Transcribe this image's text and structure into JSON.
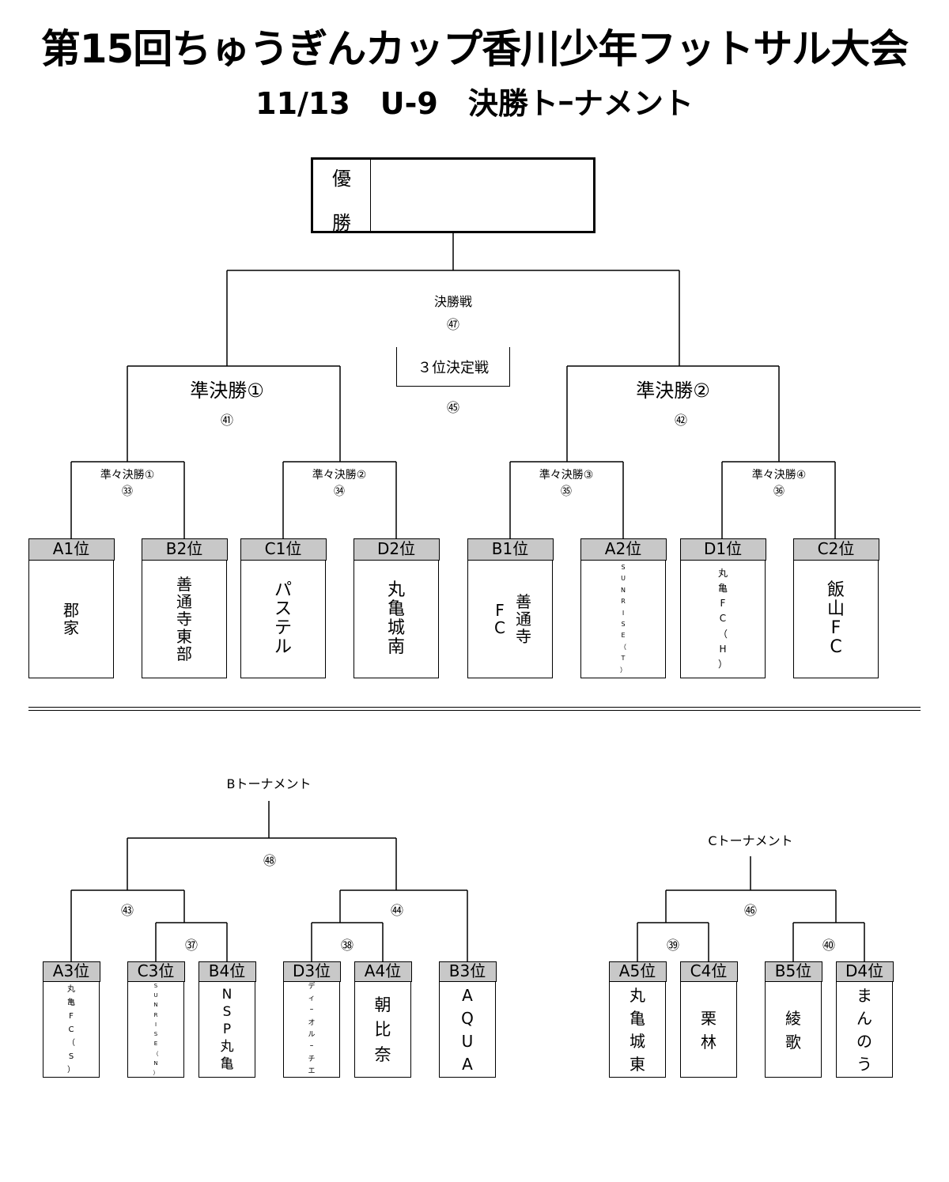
{
  "title": "第15回ちゅうぎんカップ香川少年フットサル大会",
  "subtitle": "11/13　U-9　決勝トｰナメント",
  "winner": {
    "label_1": "優",
    "label_2": "勝"
  },
  "final": {
    "label": "決勝戦",
    "num": "㊼"
  },
  "third_place": {
    "label": "３位決定戦",
    "num": "㊺"
  },
  "semis": [
    {
      "label": "準決勝①",
      "num": "㊶"
    },
    {
      "label": "準決勝②",
      "num": "㊷"
    }
  ],
  "quarters": [
    {
      "label": "準々決勝①",
      "num": "㉝"
    },
    {
      "label": "準々決勝②",
      "num": "㉞"
    },
    {
      "label": "準々決勝③",
      "num": "㉟"
    },
    {
      "label": "準々決勝④",
      "num": "㊱"
    }
  ],
  "main_teams": [
    {
      "seed": "A1位",
      "name": [
        "郡",
        "家"
      ]
    },
    {
      "seed": "B2位",
      "name": [
        "善",
        "通",
        "寺",
        "東",
        "部"
      ]
    },
    {
      "seed": "C1位",
      "name": [
        "パ",
        "ス",
        "テ",
        "ル"
      ]
    },
    {
      "seed": "D2位",
      "name": [
        "丸",
        "亀",
        "城",
        "南"
      ]
    },
    {
      "seed": "B1位",
      "name_col1": [
        "F",
        "C"
      ],
      "name_col2": [
        "善",
        "通",
        "寺"
      ]
    },
    {
      "seed": "A2位",
      "name": [
        "S",
        "U",
        "N",
        "R",
        "I",
        "S",
        "E",
        "（",
        "T",
        "）"
      ]
    },
    {
      "seed": "D1位",
      "name": [
        "丸",
        "亀",
        "F",
        "C",
        "（",
        "H",
        "）"
      ]
    },
    {
      "seed": "C2位",
      "name": [
        "飯",
        "山",
        "F",
        "C"
      ]
    }
  ],
  "b_tournament": {
    "label": "Bトーナメント",
    "nums": {
      "final": "㊽",
      "left": "㊸",
      "right": "㊹",
      "left_sub": "㊲",
      "right_sub": "㊳"
    },
    "teams": [
      {
        "seed": "A3位",
        "name": [
          "丸",
          "亀",
          "F",
          "C",
          "（",
          "S",
          "）"
        ]
      },
      {
        "seed": "C3位",
        "name": [
          "S",
          "U",
          "N",
          "R",
          "I",
          "S",
          "E",
          "（",
          "N",
          "）"
        ]
      },
      {
        "seed": "B4位",
        "name": [
          "N",
          "S",
          "P",
          "丸",
          "亀"
        ]
      },
      {
        "seed": "D3位",
        "name": [
          "デ",
          "ィ",
          "ｰ",
          "オ",
          "ル",
          "ｰ",
          "チ",
          "エ"
        ]
      },
      {
        "seed": "A4位",
        "name": [
          "朝",
          "比",
          "奈"
        ]
      },
      {
        "seed": "B3位",
        "name": [
          "A",
          "Q",
          "U",
          "A"
        ]
      }
    ]
  },
  "c_tournament": {
    "label": "Cトーナメント",
    "nums": {
      "final": "㊻",
      "left": "㊴",
      "right": "㊵"
    },
    "teams": [
      {
        "seed": "A5位",
        "name": [
          "丸",
          "亀",
          "城",
          "東"
        ]
      },
      {
        "seed": "C4位",
        "name": [
          "栗",
          "林"
        ]
      },
      {
        "seed": "B5位",
        "name": [
          "綾",
          "歌"
        ]
      },
      {
        "seed": "D4位",
        "name": [
          "ま",
          "ん",
          "の",
          "う"
        ]
      }
    ]
  }
}
